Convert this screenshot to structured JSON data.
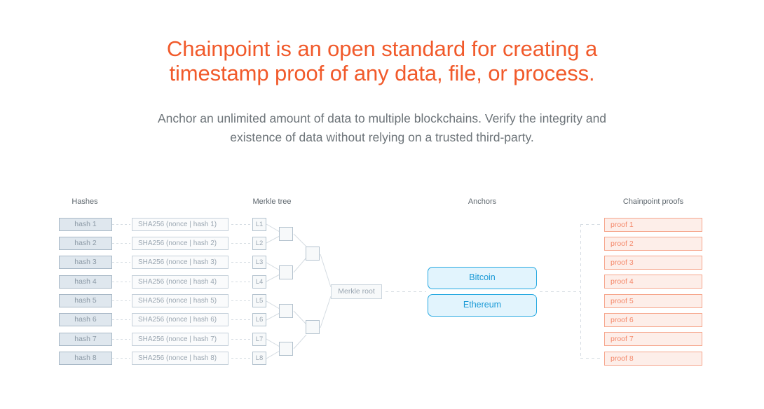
{
  "headline": {
    "lines": [
      "Chainpoint is an open standard for creating a",
      "timestamp proof of any data, file, or process."
    ],
    "color": "#f15a2b"
  },
  "subheadline": {
    "lines": [
      "Anchor an unlimited amount of data to multiple blockchains. Verify the integrity and",
      "existence of data without relying on a trusted third-party."
    ],
    "color": "#6d7479"
  },
  "diagram": {
    "column_labels": {
      "hashes": "Hashes",
      "merkle_tree": "Merkle tree",
      "anchors": "Anchors",
      "proofs": "Chainpoint proofs"
    },
    "hashes": [
      "hash 1",
      "hash 2",
      "hash 3",
      "hash 4",
      "hash 5",
      "hash 6",
      "hash 7",
      "hash 8"
    ],
    "sha256": [
      "SHA256 (nonce | hash 1)",
      "SHA256 (nonce | hash 2)",
      "SHA256 (nonce | hash 3)",
      "SHA256 (nonce | hash 4)",
      "SHA256 (nonce | hash 5)",
      "SHA256 (nonce | hash 6)",
      "SHA256 (nonce | hash 7)",
      "SHA256 (nonce | hash 8)"
    ],
    "leaves": [
      "L1",
      "L2",
      "L3",
      "L4",
      "L5",
      "L6",
      "L7",
      "L8"
    ],
    "merkle_root": "Merkle root",
    "anchors": [
      "Bitcoin",
      "Ethereum"
    ],
    "proofs": [
      "proof 1",
      "proof 2",
      "proof 3",
      "proof 4",
      "proof 5",
      "proof 6",
      "proof 7",
      "proof 8"
    ],
    "colors": {
      "hash_fill": "#dfe7ee",
      "hash_border": "#a8b8c6",
      "sha_border": "#c5d0da",
      "node_border": "#b3c2ce",
      "anchor_fill": "#e2f4fd",
      "anchor_border": "#27a9e1",
      "anchor_text": "#1b9ad6",
      "proof_fill": "#fdeee9",
      "proof_border": "#f6a68c",
      "proof_text": "#f4886a",
      "connector": "#d5dce2"
    }
  }
}
